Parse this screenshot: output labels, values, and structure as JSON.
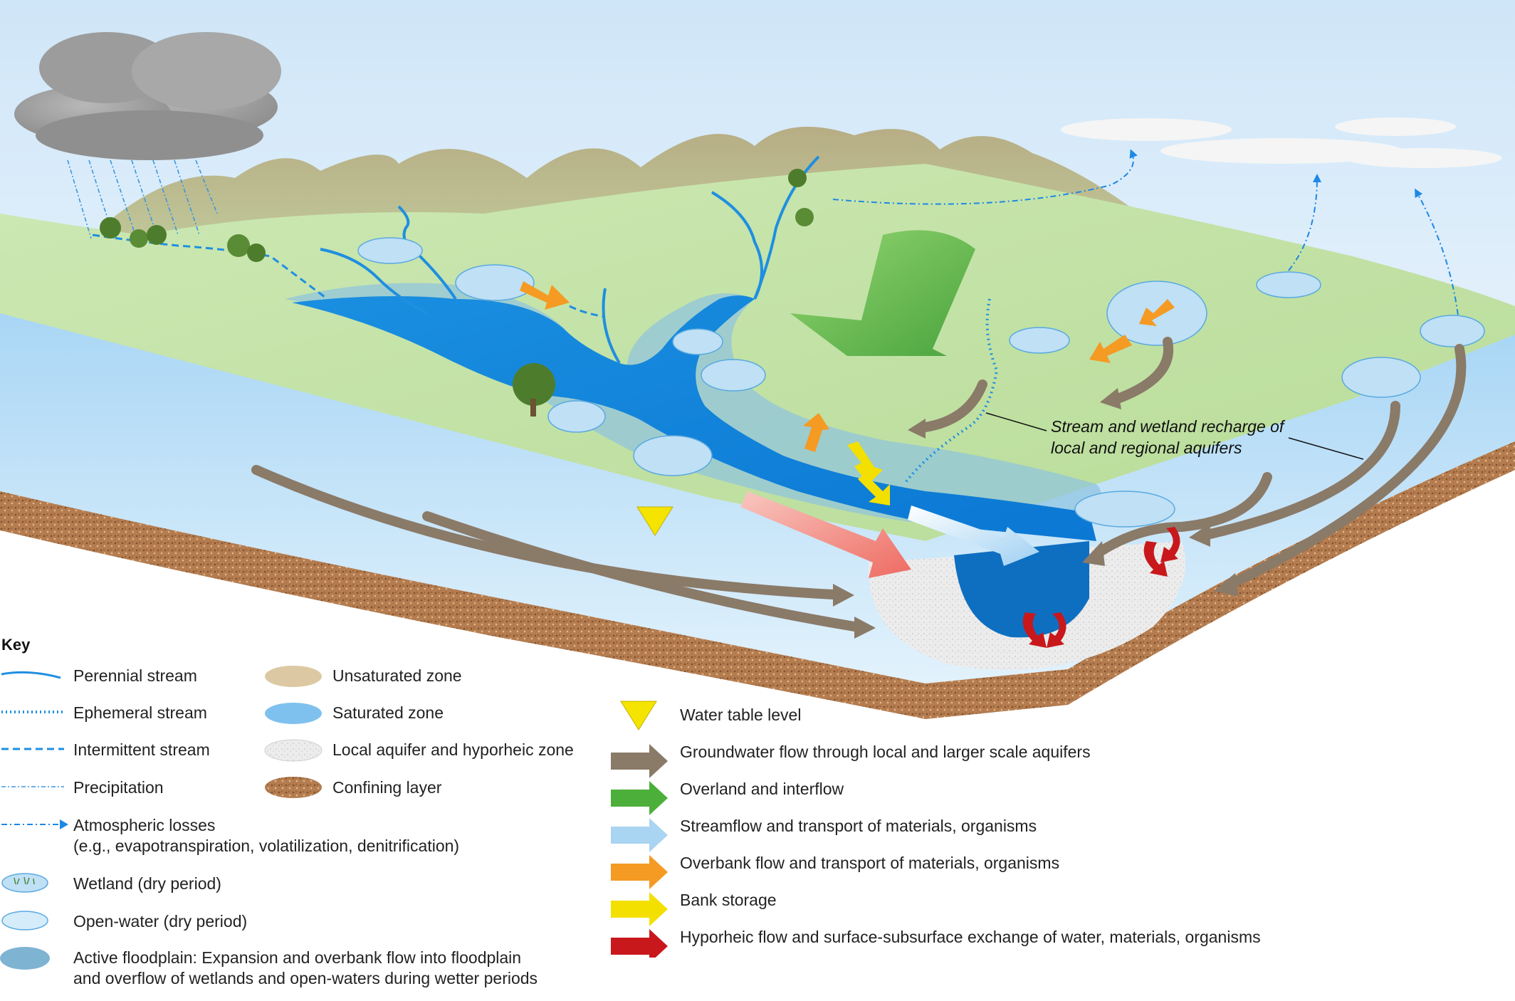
{
  "annotation": {
    "line1": "Stream and wetland recharge of",
    "line2": "local and regional aquifers"
  },
  "key": {
    "title": "Key",
    "col1": [
      {
        "symbol": "perennial-stream",
        "label": "Perennial stream"
      },
      {
        "symbol": "ephemeral-stream",
        "label": "Ephemeral stream"
      },
      {
        "symbol": "intermittent-stream",
        "label": "Intermittent stream"
      },
      {
        "symbol": "precipitation",
        "label": "Precipitation"
      },
      {
        "symbol": "atmospheric-losses",
        "label": "Atmospheric losses",
        "label2": "(e.g., evapotranspiration, volatilization, denitrification)"
      },
      {
        "symbol": "wetland",
        "label": "Wetland (dry period)"
      },
      {
        "symbol": "open-water",
        "label": "Open-water (dry period)"
      },
      {
        "symbol": "active-floodplain",
        "label": "Active floodplain: Expansion and overbank flow into floodplain",
        "label2": "and overflow of wetlands and open-waters during wetter periods"
      }
    ],
    "col2": [
      {
        "symbol": "unsaturated-zone",
        "label": "Unsaturated zone",
        "color": "#dcc9a3"
      },
      {
        "symbol": "saturated-zone",
        "label": "Saturated zone",
        "color": "#7fc1ee"
      },
      {
        "symbol": "local-aquifer",
        "label": "Local aquifer and hyporheic zone",
        "color": "#e6e6e6"
      },
      {
        "symbol": "confining-layer",
        "label": "Confining layer",
        "color": "#b27a4e"
      }
    ],
    "col3": [
      {
        "symbol": "water-table-level",
        "label": "Water table level",
        "color": "#f5e400"
      },
      {
        "symbol": "groundwater-arrow",
        "label": "Groundwater flow through local and larger scale aquifers",
        "color": "#8a7a68"
      },
      {
        "symbol": "overland-arrow",
        "label": "Overland and interflow",
        "color": "#4caf3a"
      },
      {
        "symbol": "streamflow-arrow",
        "label": "Streamflow and transport of materials, organisms",
        "color": "#a9d4f2"
      },
      {
        "symbol": "overbank-arrow",
        "label": "Overbank flow and transport of materials, organisms",
        "color": "#f59a23"
      },
      {
        "symbol": "bank-storage-arrow",
        "label": "Bank storage",
        "color": "#f3e000"
      },
      {
        "symbol": "hyporheic-arrow",
        "label": "Hyporheic flow and surface-subsurface exchange of water, materials, organisms",
        "color": "#c8181c"
      }
    ]
  }
}
